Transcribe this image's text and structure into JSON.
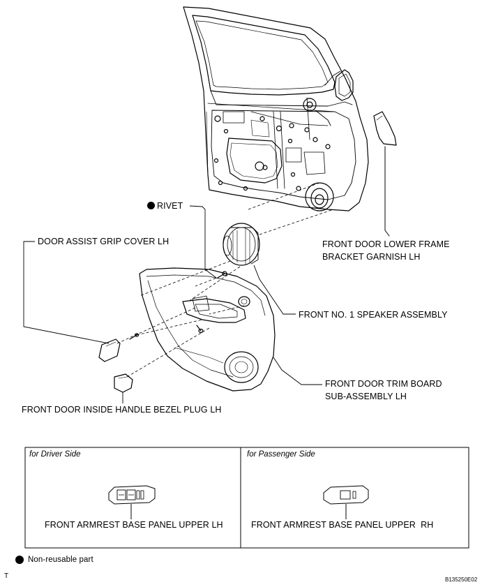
{
  "labels": {
    "rivet": "RIVET",
    "assist_grip_cover": "DOOR ASSIST GRIP COVER LH",
    "lower_frame_garnish_line1": "FRONT DOOR LOWER FRAME",
    "lower_frame_garnish_line2": "BRACKET GARNISH LH",
    "speaker": "FRONT NO. 1 SPEAKER ASSEMBLY",
    "trim_board_line1": "FRONT DOOR TRIM BOARD",
    "trim_board_line2": "SUB-ASSEMBLY LH",
    "handle_bezel_plug": "FRONT DOOR INSIDE HANDLE BEZEL PLUG LH"
  },
  "variants": {
    "driver": {
      "caption": "for Driver Side",
      "part": "FRONT ARMREST BASE PANEL UPPER LH"
    },
    "passenger": {
      "caption": "for Passenger Side",
      "part": "FRONT ARMREST BASE PANEL UPPER  RH"
    }
  },
  "legend": {
    "non_reusable": "Non-reusable part"
  },
  "footer": {
    "corner_mark": "T",
    "figure_code": "B135250E02"
  }
}
